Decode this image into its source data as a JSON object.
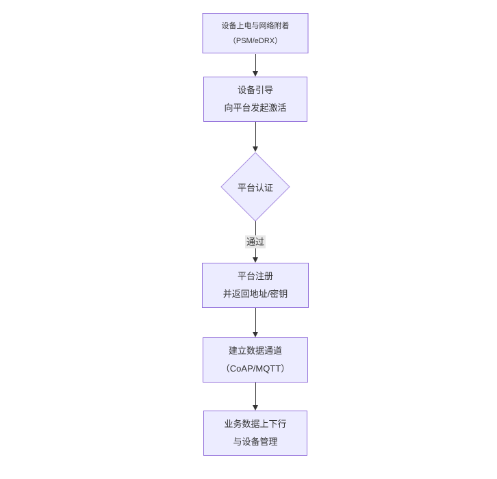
{
  "flow": {
    "nodes": [
      {
        "id": "start",
        "shape": "rect",
        "lines": [
          "设备上电与网络附着",
          "（PSM/eDRX）"
        ]
      },
      {
        "id": "bootstrap",
        "shape": "rect",
        "lines": [
          "设备引导",
          "向平台发起激活"
        ]
      },
      {
        "id": "auth",
        "shape": "diamond",
        "lines": [
          "平台认证"
        ]
      },
      {
        "id": "register",
        "shape": "rect",
        "lines": [
          "平台注册",
          "并返回地址/密钥"
        ]
      },
      {
        "id": "channel",
        "shape": "rect",
        "lines": [
          "建立数据通道",
          "（CoAP/MQTT）"
        ]
      },
      {
        "id": "business",
        "shape": "rect",
        "lines": [
          "业务数据上下行",
          "与设备管理"
        ]
      }
    ],
    "edges": [
      {
        "from": "start",
        "to": "bootstrap",
        "label": ""
      },
      {
        "from": "bootstrap",
        "to": "auth",
        "label": ""
      },
      {
        "from": "auth",
        "to": "register",
        "label": "通过"
      },
      {
        "from": "register",
        "to": "channel",
        "label": ""
      },
      {
        "from": "channel",
        "to": "business",
        "label": ""
      }
    ],
    "colors": {
      "node_fill": "#ECECFF",
      "node_border": "#9370DB",
      "diamond_border": "#A88DE0",
      "arrow": "#333333",
      "edge_label_bg": "#E8E8E8",
      "text": "#333333",
      "background": "#FFFFFF"
    }
  }
}
